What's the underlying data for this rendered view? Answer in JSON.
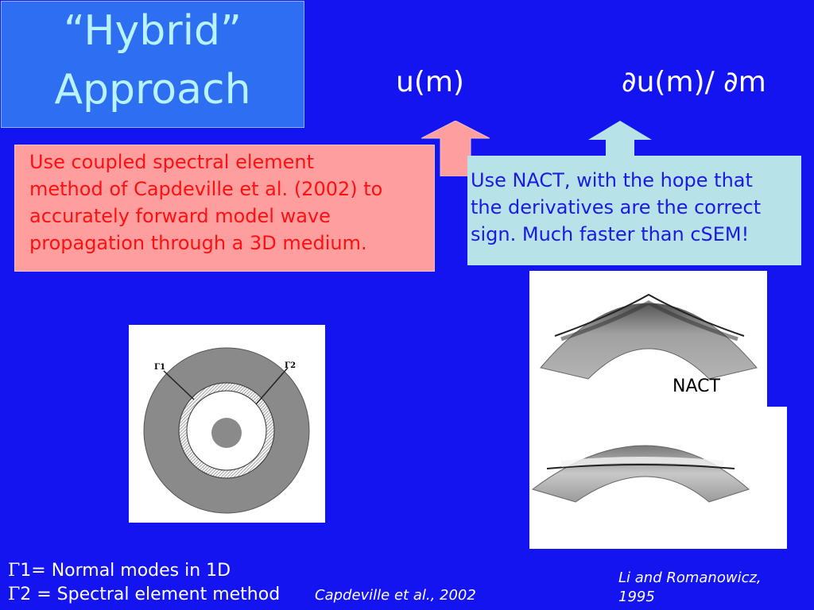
{
  "title": {
    "line1": "“Hybrid”",
    "line2": "Approach"
  },
  "formulas": {
    "u": "u(m)",
    "du": "∂u(m)/ ∂m"
  },
  "boxes": {
    "cSEM": {
      "lines": [
        "Use coupled spectral element",
        "method of Capdeville et al. (2002) to",
        "accurately forward model wave",
        "propagation through a 3D medium."
      ]
    },
    "nact": {
      "lines": [
        "Use NACT, with the hope that",
        "the derivatives are the correct",
        "sign. Much faster than cSEM!"
      ]
    }
  },
  "figure_labels": {
    "gamma1": "Γ1",
    "gamma2": "Γ2",
    "nact": "NACT"
  },
  "legend": {
    "gamma_symbol": "Γ",
    "item1": "1= Normal modes in 1D",
    "item2": "2 = Spectral element method"
  },
  "citations": {
    "capdeville": "Capdeville et al., 2002",
    "li": "Li and Romanowicz, 1995"
  },
  "colors": {
    "background": "#1414f0",
    "title_box": "#2e6ff2",
    "title_text": "#b8f4ff",
    "pink_box": "#ff9e9e",
    "pink_text": "#ff1010",
    "cyan_box": "#b6e2e8",
    "cyan_text": "#1a1ae0"
  }
}
